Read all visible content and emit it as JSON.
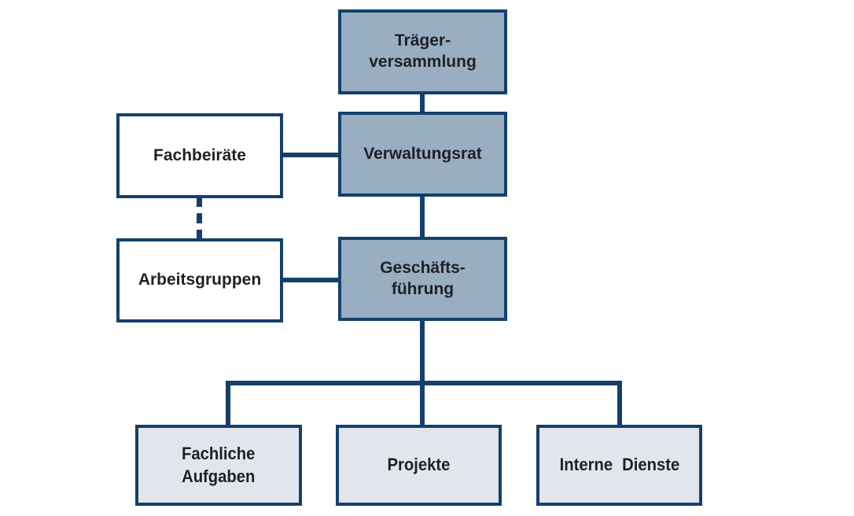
{
  "colors": {
    "line": "#14406b",
    "node_primary_fill": "#9aaec2",
    "node_secondary_fill": "#ffffff",
    "node_tertiary_fill": "#e2e6ec",
    "text": "#1e2124",
    "background": "#ffffff"
  },
  "nodes": {
    "traegerversammlung": {
      "label": "Träger-\nversammlung"
    },
    "verwaltungsrat": {
      "label": "Verwaltungsrat"
    },
    "fachbeiraete": {
      "label": "Fachbeiräte"
    },
    "geschaeftsfuehrung": {
      "label": "Geschäfts-\nführung"
    },
    "arbeitsgruppen": {
      "label": "Arbeitsgruppen"
    },
    "fachliche_aufgaben": {
      "label": "Fachliche\nAufgaben"
    },
    "projekte": {
      "label": "Projekte"
    },
    "interne_dienste": {
      "label": "Interne Dienste"
    }
  },
  "edges": [
    {
      "from": "Trägerversammlung",
      "to": "Verwaltungsrat",
      "style": "solid"
    },
    {
      "from": "Fachbeiräte",
      "to": "Verwaltungsrat",
      "style": "solid"
    },
    {
      "from": "Verwaltungsrat",
      "to": "Geschäftsführung",
      "style": "solid"
    },
    {
      "from": "Fachbeiräte",
      "to": "Arbeitsgruppen",
      "style": "dashed"
    },
    {
      "from": "Arbeitsgruppen",
      "to": "Geschäftsführung",
      "style": "solid"
    },
    {
      "from": "Geschäftsführung",
      "to": "Fachliche Aufgaben",
      "style": "solid"
    },
    {
      "from": "Geschäftsführung",
      "to": "Projekte",
      "style": "solid"
    },
    {
      "from": "Geschäftsführung",
      "to": "Interne Dienste",
      "style": "solid"
    }
  ]
}
